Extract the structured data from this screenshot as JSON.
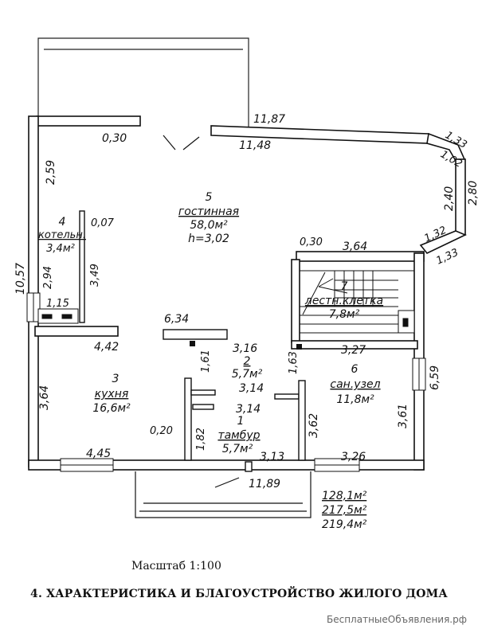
{
  "plan": {
    "rooms": [
      {
        "id": "r1",
        "number": "1",
        "name": "тамбур",
        "area": "5,7м²"
      },
      {
        "id": "r2",
        "number": "2",
        "area": "5,7м²"
      },
      {
        "id": "r3",
        "number": "3",
        "name": "кухня",
        "area": "16,6м²"
      },
      {
        "id": "r4",
        "number": "4",
        "name": "котельн.",
        "area": "3,4м²"
      },
      {
        "id": "r5",
        "number": "5",
        "name": "гостинная",
        "area": "58,0м²",
        "height": "h=3,02"
      },
      {
        "id": "r6",
        "number": "6",
        "name": "сан.узел",
        "area": "11,8м²"
      },
      {
        "id": "r7",
        "number": "7",
        "name": "лестн.клетка",
        "area": "7,8м²"
      }
    ],
    "dimensions": [
      "11,87",
      "11,48",
      "0,30",
      "1,33",
      "1,02",
      "2,40",
      "2,80",
      "1,32",
      "1,33",
      "2,59",
      "0,07",
      "10,57",
      "2,94",
      "3,49",
      "1,15",
      "0,30",
      "3,64",
      "6,34",
      "4,42",
      "3,16",
      "1,61",
      "1,63",
      "3,27",
      "3,14",
      "3,14",
      "6,59",
      "3,64",
      "3,62",
      "3,61",
      "0,20",
      "1,82",
      "4,45",
      "3,13",
      "3,26",
      "11,89"
    ],
    "totals": [
      "128,1м²",
      "217,5м²",
      "219,4м²"
    ]
  },
  "scale_label": "Масштаб 1:100",
  "section_title": "4. ХАРАКТЕРИСТИКА И БЛАГОУСТРОЙСТВО ЖИЛОГО ДОМА",
  "watermark": "БесплатныеОбъявления.рф"
}
